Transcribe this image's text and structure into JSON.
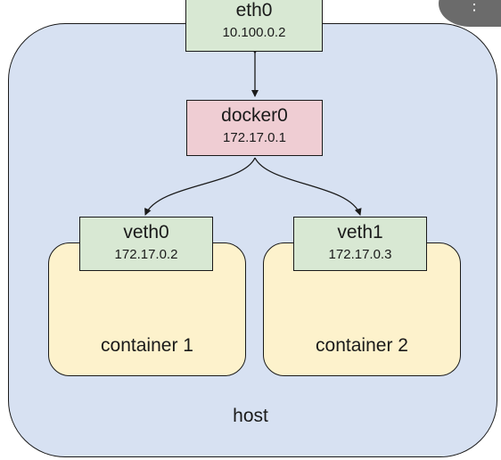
{
  "host": {
    "label": "host"
  },
  "eth0": {
    "name": "eth0",
    "ip": "10.100.0.2"
  },
  "docker0": {
    "name": "docker0",
    "ip": "172.17.0.1"
  },
  "veth0": {
    "name": "veth0",
    "ip": "172.17.0.2"
  },
  "veth1": {
    "name": "veth1",
    "ip": "172.17.0.3"
  },
  "containers": [
    {
      "label": "container 1"
    },
    {
      "label": "container 2"
    }
  ],
  "colors": {
    "host_fill": "#d7e1f2",
    "container_fill": "#fdf2cc",
    "interface_fill": "#d8e8d3",
    "bridge_fill": "#efcdd3",
    "stroke": "#1a1a1a"
  },
  "icons": {
    "more_menu": "more-vertical-icon"
  }
}
